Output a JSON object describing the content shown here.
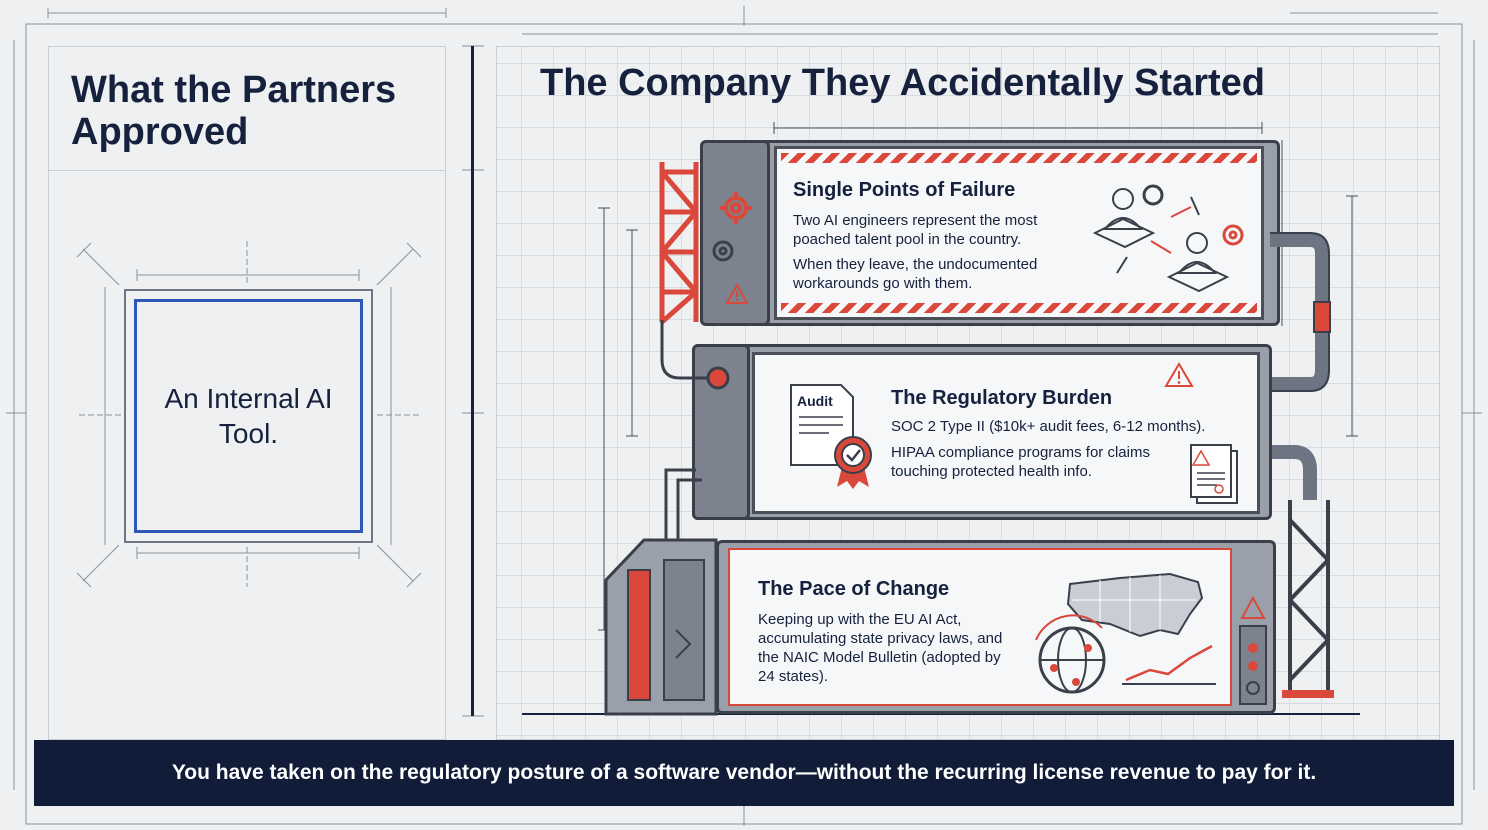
{
  "left": {
    "title": "What the Partners Approved",
    "box_label": "An Internal AI Tool."
  },
  "right": {
    "title": "The Company They Accidentally Started",
    "cards": [
      {
        "title": "Single Points of Failure",
        "p1": "Two AI engineers represent the most poached talent pool in the country.",
        "p2": "When they leave, the undocumented workarounds go with them."
      },
      {
        "title": "The Regulatory Burden",
        "doc_label": "Audit",
        "p1": "SOC 2 Type II ($10k+ audit fees, 6-12 months).",
        "p2": "HIPAA compliance programs for claims touching protected health info."
      },
      {
        "title": "The Pace of Change",
        "p1": "Keeping up with the EU AI Act, accumulating state privacy laws, and the NAIC Model Bulletin (adopted by 24 states)."
      }
    ]
  },
  "footer": {
    "text": "You have taken on the regulatory posture of a software vendor—without the recurring license revenue to pay for it."
  },
  "colors": {
    "navy": "#16213d",
    "accent_red": "#d9483b",
    "accent_blue": "#2e57b8",
    "footer_bg": "#101c38"
  },
  "icons": [
    "gear-icon",
    "warning-icon",
    "person-icon",
    "document-icon",
    "badge-icon",
    "globe-icon",
    "us-map-icon",
    "growth-chart-icon"
  ]
}
